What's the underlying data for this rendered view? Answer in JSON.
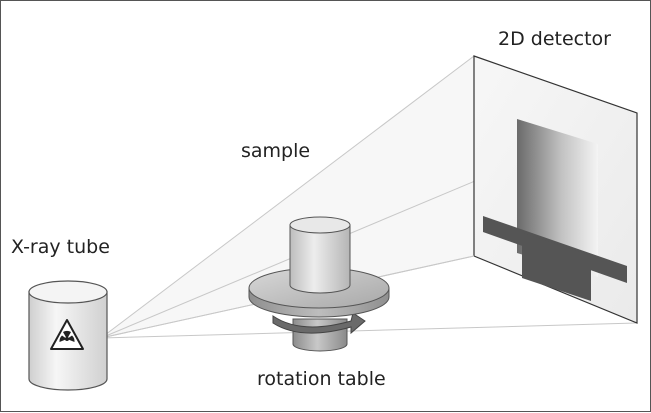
{
  "labels": {
    "detector": "2D detector",
    "sample": "sample",
    "tube": "X-ray tube",
    "table": "rotation table"
  },
  "icons": {
    "tube_symbol": "radiation-hazard-icon",
    "rotation": "rotation-arrow-icon"
  },
  "colors": {
    "beam_lines": "#c8c8c8",
    "detector_face": "#f2f2f2",
    "shadow_dark": "#555555",
    "cylinder_fill": "#e4e4e4",
    "arrow": "#6a6a6a"
  }
}
